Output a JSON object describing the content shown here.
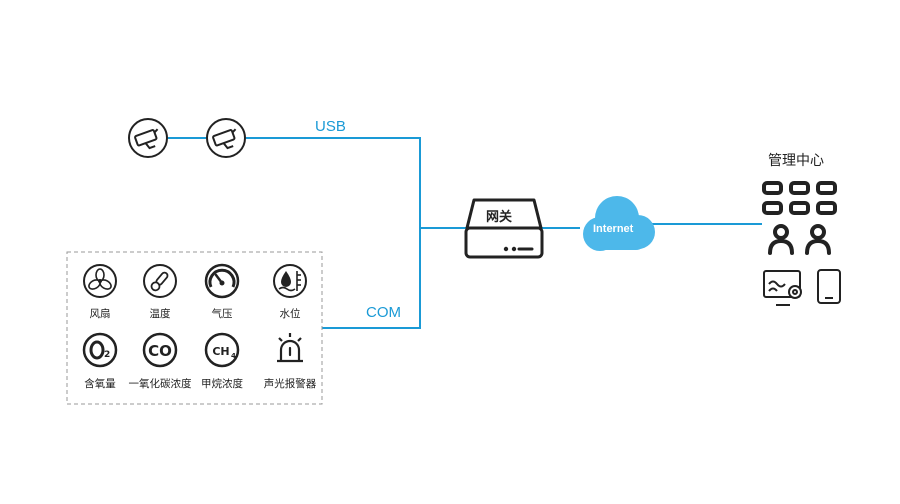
{
  "links": {
    "usb": "USB",
    "com": "COM",
    "internet": "Internet"
  },
  "gateway": {
    "label": "网关"
  },
  "center": {
    "title": "管理中心"
  },
  "sensors": [
    {
      "label": "风扇",
      "icon": "fan-icon"
    },
    {
      "label": "温度",
      "icon": "thermometer-icon"
    },
    {
      "label": "气压",
      "icon": "gauge-icon"
    },
    {
      "label": "水位",
      "icon": "water-level-icon"
    },
    {
      "label": "含氧量",
      "icon": "o2-icon",
      "symbol": "O2"
    },
    {
      "label": "一氧化碳浓度",
      "icon": "co-icon",
      "symbol": "CO"
    },
    {
      "label": "甲烷浓度",
      "icon": "ch4-icon",
      "symbol": "CH4"
    },
    {
      "label": "声光报警器",
      "icon": "alarm-light-icon"
    }
  ],
  "colors": {
    "line": "#1a9ad6",
    "cloud": "#4db8ea",
    "dark": "#222222",
    "dash": "#999999"
  }
}
